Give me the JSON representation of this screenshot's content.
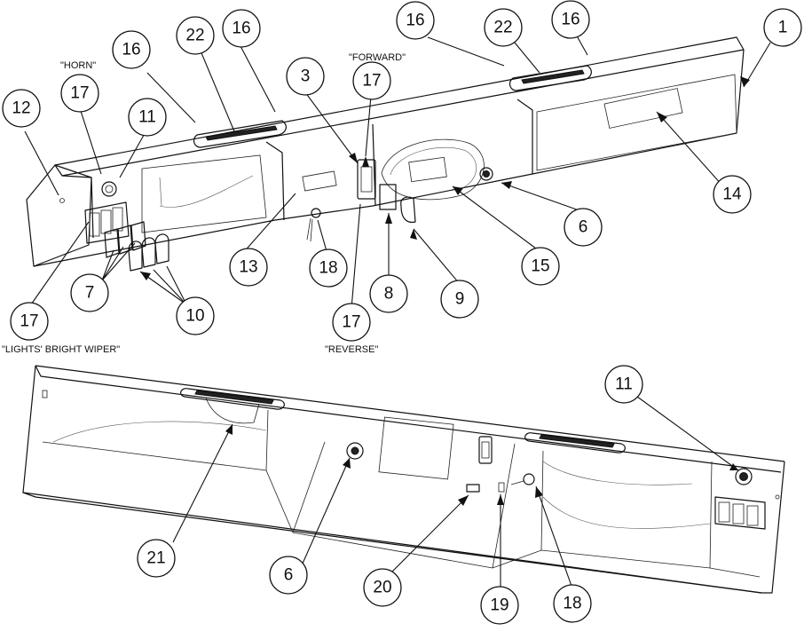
{
  "captions": {
    "horn": "\"HORN\"",
    "forward": "\"FORWARD\"",
    "reverse": "\"REVERSE\"",
    "lights_bright_wiper": "\"LIGHTS' BRIGHT WIPER\""
  },
  "callouts": {
    "c1": "1",
    "c3": "3",
    "c6a": "6",
    "c6b": "6",
    "c7": "7",
    "c8": "8",
    "c9": "9",
    "c10": "10",
    "c11a": "11",
    "c11b": "11",
    "c12": "12",
    "c13": "13",
    "c14": "14",
    "c15": "15",
    "c16a": "16",
    "c16b": "16",
    "c16c": "16",
    "c16d": "16",
    "c17a": "17",
    "c17b": "17",
    "c17c": "17",
    "c17d": "17",
    "c18a": "18",
    "c18b": "18",
    "c19": "19",
    "c20": "20",
    "c21": "21",
    "c22a": "22",
    "c22b": "22"
  }
}
